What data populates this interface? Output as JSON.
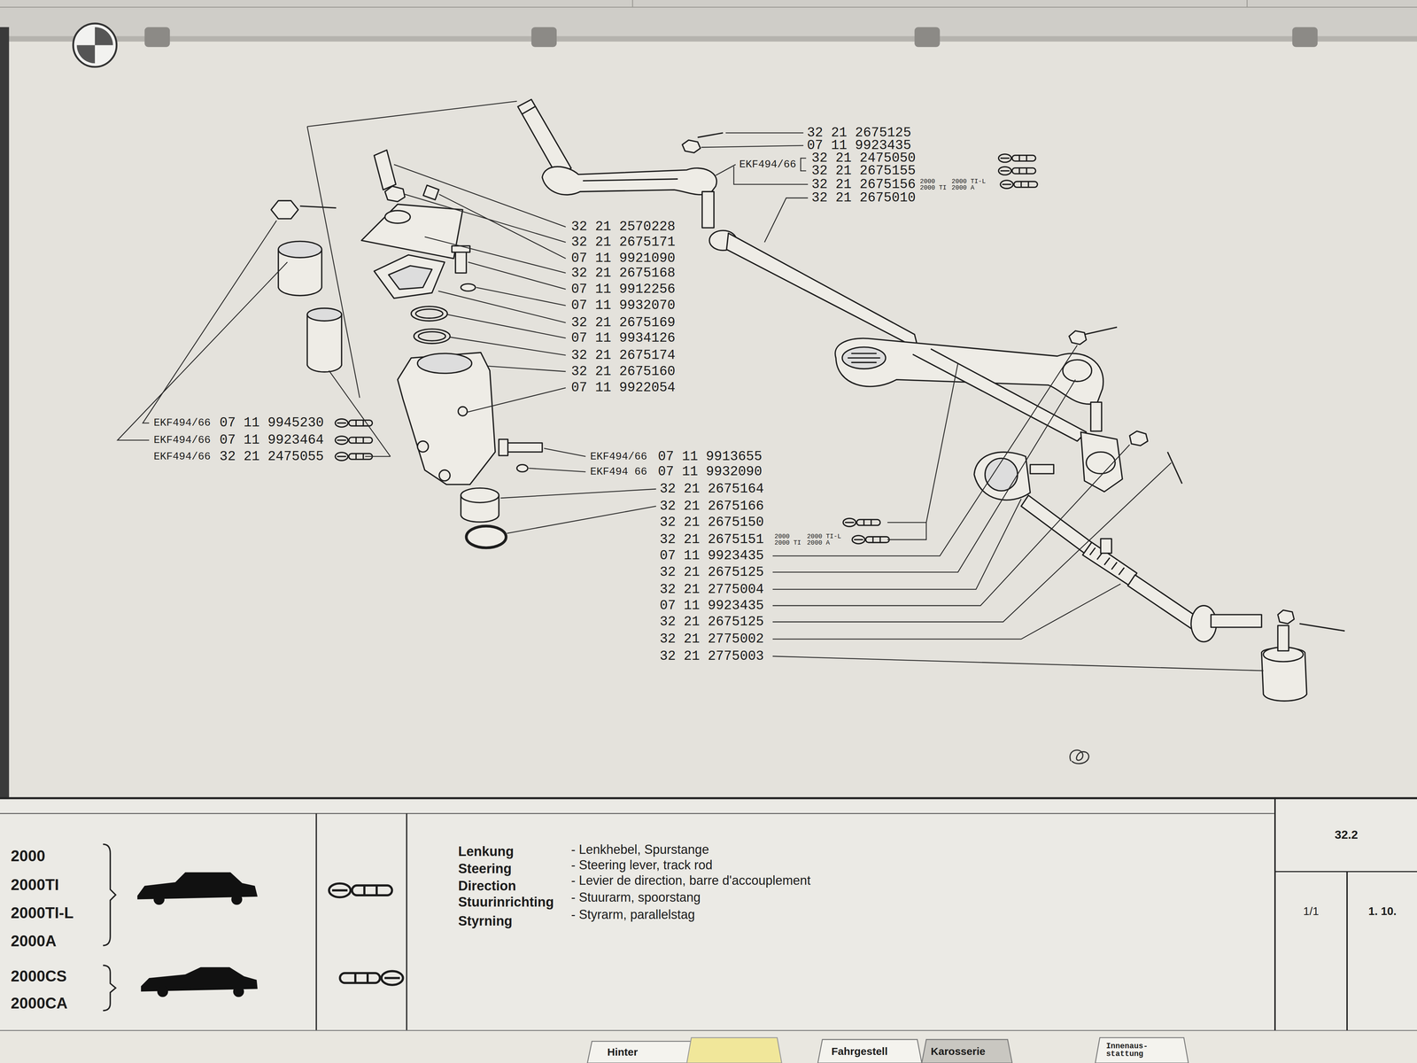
{
  "diagram": {
    "nodes": [
      {
        "text": [
          "32.2"
        ]
      },
      {
        "text": [
          "1/1"
        ]
      },
      {
        "text": [
          "1. 10."
        ]
      }
    ],
    "labels": [
      "32 21 2675125",
      "07 11 9923435",
      "EKF494/66",
      "32 21 2475050",
      "32 21 2675155",
      "32 21 2675156",
      "2000 2000 TI",
      "2000 TI-L 2000 A",
      "32 21 2675010",
      "32 21 2570228",
      "32 21 2675171",
      "07 11 9921090",
      "32 21 2675168",
      "07 11 9912256",
      "07 11 9932070",
      "32 21 2675169",
      "07 11 9934126",
      "32 21 2675174",
      "32 21 2675160",
      "07 11 9922054",
      "EKF494/66",
      "07 11 9945230",
      "EKF494/66",
      "07 11 9923464",
      "EKF494/66",
      "32 21 2475055",
      "EKF494/66",
      "07 11 9913655",
      "EKF494 66",
      "07 11 9932090",
      "32 21 2675164",
      "32 21 2675166",
      "32 21 2675150",
      "32 21 2675151",
      "2000 2000 TI",
      "2000 TI-L 2000 A",
      "07 11 9923435",
      "32 21 2675125",
      "32 21 2775004",
      "07 11 9923435",
      "32 21 2675125",
      "32 21 2775002",
      "32 21 2775003",
      "2000",
      "2000TI",
      "2000TI-L",
      "2000A",
      "2000CS",
      "2000CA",
      "Lenkung",
      "Steering",
      "Direction",
      "Stuurinrichting",
      "Styrning",
      "- Lenkhebel, Spurstange",
      "- Steering lever, track rod",
      "- Levier de direction, barre d'accouplement",
      "- Stuurarm, spoorstang",
      "- Styrarm, parallelstag",
      "Hinter",
      "Fahrgestell",
      "Karosserie",
      "Innenaus- stattung"
    ]
  }
}
